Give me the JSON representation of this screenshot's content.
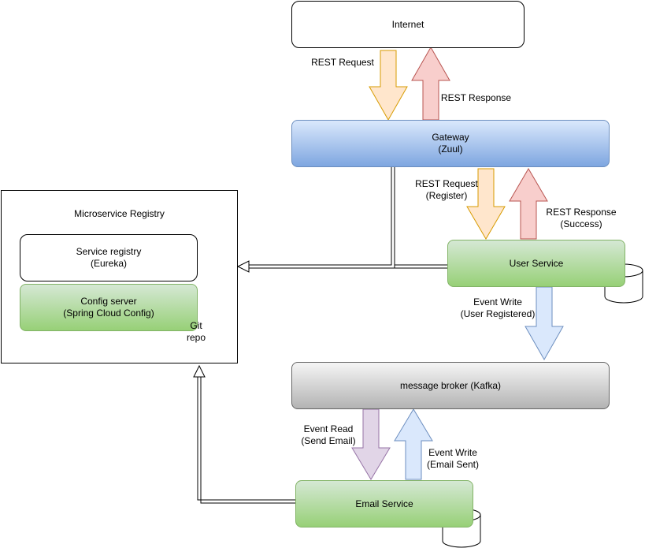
{
  "nodes": {
    "internet": {
      "label": "Internet"
    },
    "gateway": {
      "line1": "Gateway",
      "line2": "(Zuul)"
    },
    "registry": {
      "title": "Microservice Registry"
    },
    "service_registry": {
      "line1": "Service registry",
      "line2": "(Eureka)"
    },
    "config_server": {
      "line1": "Config server",
      "line2": "(Spring Cloud Config)"
    },
    "git_repo": {
      "line1": "Git",
      "line2": "repo"
    },
    "user_service": {
      "label": "User Service"
    },
    "broker": {
      "label": "message broker (Kafka)"
    },
    "email_service": {
      "label": "Email Service"
    }
  },
  "edges": {
    "rest_request_1": {
      "line1": "REST Request"
    },
    "rest_response_1": {
      "line1": "REST Response"
    },
    "rest_request_2": {
      "line1": "REST Request",
      "line2": "(Register)"
    },
    "rest_response_2": {
      "line1": "REST Response",
      "line2": "(Success)"
    },
    "event_write_1": {
      "line1": "Event Write",
      "line2": "(User Registered)"
    },
    "event_read": {
      "line1": "Event Read",
      "line2": "(Send Email)"
    },
    "event_write_2": {
      "line1": "Event Write",
      "line2": "(Email Sent)"
    }
  },
  "colors": {
    "request_arrow": "#ffe6cc",
    "request_stroke": "#d79b00",
    "response_arrow": "#f8cecc",
    "response_stroke": "#b85450",
    "event_write_arrow": "#dae8fc",
    "event_write_stroke": "#6c8ebf",
    "event_read_arrow": "#e1d5e7",
    "event_read_stroke": "#9673a6",
    "green_fill": "#d5e8d4",
    "blue_fill": "#dae8fc",
    "gray_fill": "#f5f5f5"
  }
}
